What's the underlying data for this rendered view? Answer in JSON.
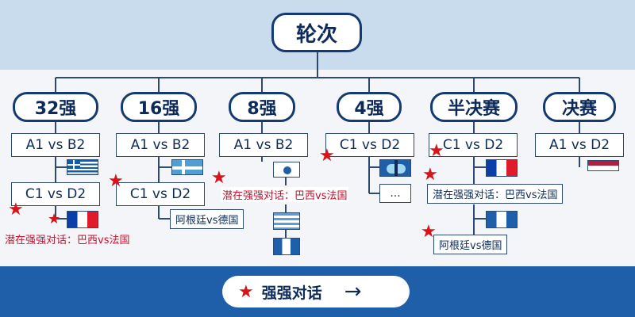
{
  "root": {
    "label": "轮次"
  },
  "rounds": [
    {
      "label": "32强"
    },
    {
      "label": "16强"
    },
    {
      "label": "8强"
    },
    {
      "label": "4强"
    },
    {
      "label": "半决赛"
    },
    {
      "label": "决赛"
    }
  ],
  "matches": {
    "r32_a": "A1 vs B2",
    "r32_c": "C1 vs D2",
    "r16_a": "A1 vs B2",
    "r16_c": "C1 vs D2",
    "r8_a": "A1 vs B2",
    "r4_c": "C1 vs D2",
    "r4_more": "...",
    "semi_c": "C1 vs D2",
    "final_a": "A1 vs D2"
  },
  "notes": {
    "r32_potential": "潜在强强对话：巴西vs法国",
    "r16_argentina": "阿根廷vs德国",
    "r8_potential": "潜在强强对话：巴西vs法国",
    "semi_potential": "潜在强强对话：巴西vs法国",
    "semi_argentina": "阿根廷vs德国"
  },
  "legend": {
    "label": "强强对话",
    "arrow": "→",
    "star": "★"
  },
  "colors": {
    "navy": "#143a73",
    "accent_red": "#d7141a",
    "band_blue": "#1f5ea8",
    "band_light": "#c9dcee"
  }
}
